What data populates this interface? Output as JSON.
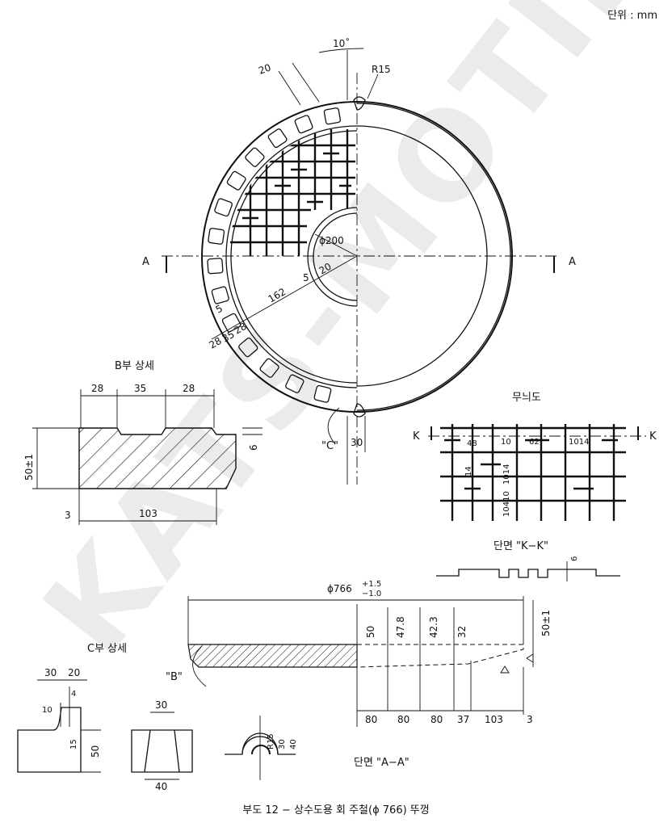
{
  "unit_label": "단위 : mm",
  "caption": "부도 12 − 상수도용 회 주철(ϕ 766) 뚜껑",
  "watermark": "KATS-MOTIE",
  "plan_view": {
    "dims": {
      "angle_top": "10˚",
      "r15": "R15",
      "rib_width": "20",
      "inner_dia": "ϕ200",
      "dim_5a": "5",
      "dim_20": "20",
      "radius_162": "162",
      "dim_5b": "5",
      "dim_28a": "28",
      "dim_35": "35",
      "dim_28b": "28",
      "notch_30": "30"
    },
    "section_a_left": "A",
    "section_a_right": "A",
    "detail_c": "\"C\""
  },
  "detail_b": {
    "title": "B부 상세",
    "dims": {
      "w1": "28",
      "w2": "35",
      "w3": "28",
      "depth": "6",
      "height": "50±1",
      "left": "3",
      "width": "103"
    }
  },
  "pattern": {
    "title": "무늬도",
    "k_left": "K",
    "k_right": "K",
    "dims": {
      "d48": "48",
      "d10": "10",
      "d62": "62",
      "d1014": "1014",
      "d14": "14",
      "d1014v": "1014",
      "d10410": "10410"
    },
    "section_title": "단면 \"K−K\"",
    "section_depth": "6"
  },
  "section_aa": {
    "overall_dia": "ϕ766",
    "tol_plus": "+1.5",
    "tol_minus": "−1.0",
    "thicknesses": [
      "50",
      "47.8",
      "42.3",
      "32"
    ],
    "height": "50±1",
    "bottom_dims": [
      "80",
      "80",
      "80",
      "37",
      "103",
      "3"
    ],
    "label_b": "\"B\"",
    "title": "단면 \"A−A\""
  },
  "detail_c": {
    "title": "C부 상세",
    "dims": {
      "w30": "30",
      "w20": "20",
      "d4": "4",
      "d10": "10",
      "d15": "15",
      "h50": "50",
      "top30": "30",
      "bot40": "40",
      "r15": "R15",
      "d30": "30",
      "d40": "40"
    }
  }
}
